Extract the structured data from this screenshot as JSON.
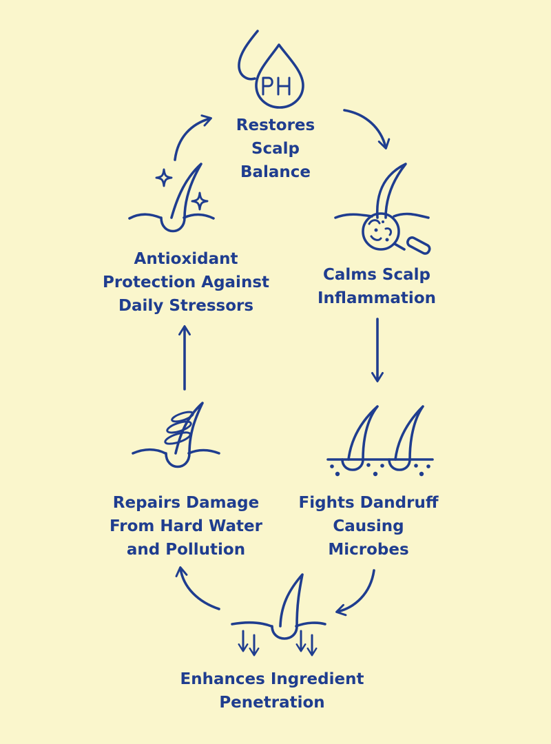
{
  "colors": {
    "background": "#faf6cc",
    "ink": "#1f3d8f"
  },
  "steps": [
    {
      "id": "restores",
      "icon": "ph-droplet-icon",
      "lines": [
        "Restores",
        "Scalp",
        "Balance"
      ]
    },
    {
      "id": "calms",
      "icon": "hair-follicle-magnifier-icon",
      "lines": [
        "Calms Scalp",
        "Inflammation"
      ]
    },
    {
      "id": "fights",
      "icon": "hair-follicles-microbes-icon",
      "lines": [
        "Fights Dandruff",
        "Causing",
        "Microbes"
      ]
    },
    {
      "id": "enhances",
      "icon": "hair-follicle-penetration-icon",
      "lines": [
        "Enhances Ingredient",
        "Penetration"
      ]
    },
    {
      "id": "repairs",
      "icon": "hair-follicle-spiral-icon",
      "lines": [
        "Repairs Damage",
        "From Hard Water",
        "and Pollution"
      ]
    },
    {
      "id": "antioxidant",
      "icon": "hair-follicle-sparkle-icon",
      "lines": [
        "Antioxidant",
        "Protection Against",
        "Daily Stressors"
      ]
    }
  ],
  "flow": [
    {
      "from": "restores",
      "to": "calms"
    },
    {
      "from": "calms",
      "to": "fights"
    },
    {
      "from": "fights",
      "to": "enhances"
    },
    {
      "from": "enhances",
      "to": "repairs"
    },
    {
      "from": "repairs",
      "to": "antioxidant"
    },
    {
      "from": "antioxidant",
      "to": "restores"
    }
  ]
}
